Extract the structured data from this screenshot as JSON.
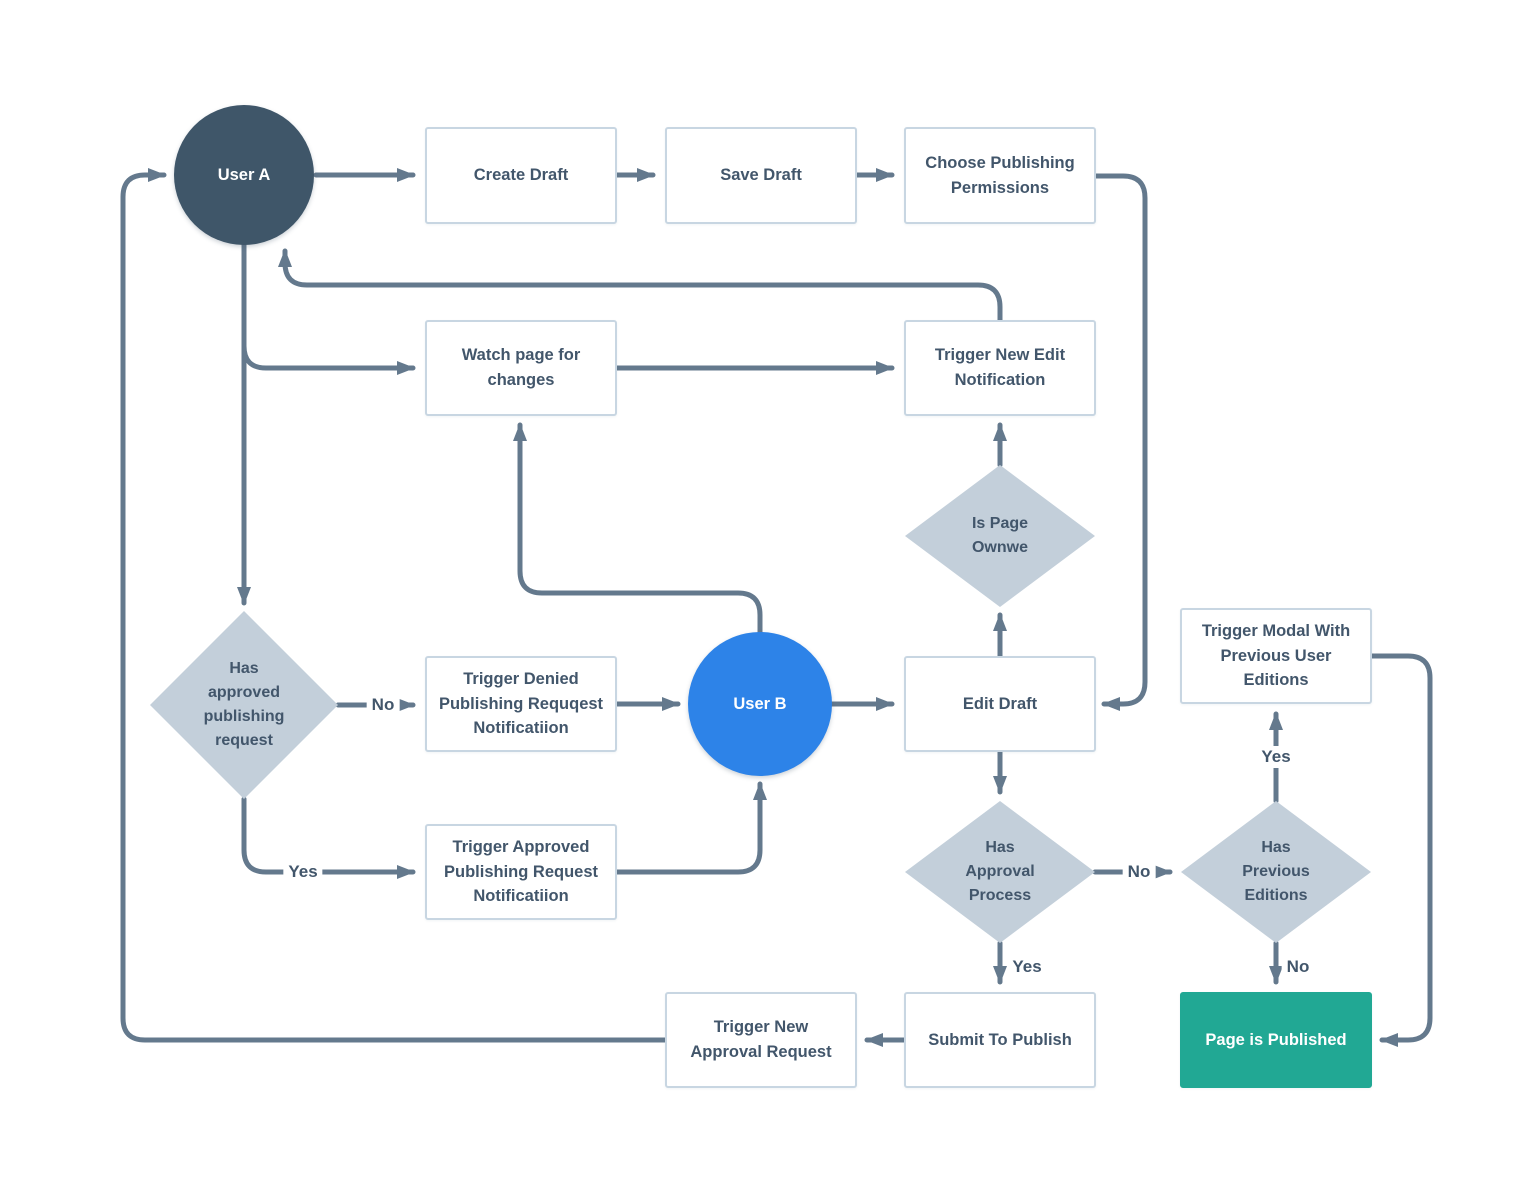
{
  "nodes": {
    "user_a": {
      "label": "User A"
    },
    "create_draft": {
      "label": "Create Draft"
    },
    "save_draft": {
      "label": "Save Draft"
    },
    "choose_publishing_permissions": {
      "label": "Choose Publishing Permissions"
    },
    "watch_page": {
      "label": "Watch page for changes"
    },
    "trigger_new_edit": {
      "label": "Trigger New Edit Notification"
    },
    "is_page_ownwe": {
      "label": "Is Page Ownwe"
    },
    "has_approved_request": {
      "label": "Has approved publishing request"
    },
    "trigger_denied": {
      "label": "Trigger Denied Publishing Requqest Notificatiion"
    },
    "user_b": {
      "label": "User B"
    },
    "edit_draft": {
      "label": "Edit Draft"
    },
    "trigger_approved": {
      "label": "Trigger Approved Publishing Request Notificatiion"
    },
    "has_approval_process": {
      "label": "Has Approval Process"
    },
    "has_previous_editions": {
      "label": "Has Previous Editions"
    },
    "trigger_modal": {
      "label": "Trigger Modal With Previous User Editions"
    },
    "submit_to_publish": {
      "label": "Submit To Publish"
    },
    "trigger_new_approval": {
      "label": "Trigger New Approval Request"
    },
    "page_is_published": {
      "label": "Page is Published"
    }
  },
  "edge_labels": {
    "no_to_denied": "No",
    "yes_to_approved": "Yes",
    "no_to_previous_editions": "No",
    "yes_to_submit": "Yes",
    "yes_to_modal": "Yes",
    "no_to_published": "No"
  },
  "colors": {
    "user_a_fill": "#3f5669",
    "user_b_fill": "#2d83e8",
    "published_fill": "#21a894",
    "diamond_fill": "#c3cfda",
    "connector": "#64798d",
    "box_border": "#c8d6e2",
    "text": "#42566b",
    "background": "#ffffff"
  }
}
